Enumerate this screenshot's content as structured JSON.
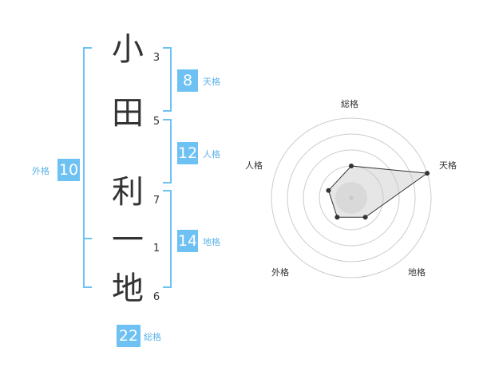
{
  "name": {
    "characters": [
      {
        "char": "小",
        "strokes": "3"
      },
      {
        "char": "田",
        "strokes": "5"
      },
      {
        "char": "利",
        "strokes": "7"
      },
      {
        "char": "一",
        "strokes": "1"
      },
      {
        "char": "地",
        "strokes": "6"
      }
    ]
  },
  "fortunes": {
    "tenkaku": {
      "value": "8",
      "label": "天格"
    },
    "jinkaku": {
      "value": "12",
      "label": "人格"
    },
    "chikaku": {
      "value": "14",
      "label": "地格"
    },
    "gaikaku": {
      "value": "10",
      "label": "外格"
    },
    "soukaku": {
      "value": "22",
      "label": "総格"
    }
  },
  "colors": {
    "accent": "#6EC1F3",
    "label": "#5BB2E9",
    "text": "#333333"
  },
  "chart_data": {
    "type": "radar",
    "axes": [
      "総格",
      "天格",
      "地格",
      "外格",
      "人格"
    ],
    "values": [
      2,
      5,
      1.5,
      1.5,
      1.5
    ],
    "rings": 4,
    "max": 5,
    "grid": true
  }
}
